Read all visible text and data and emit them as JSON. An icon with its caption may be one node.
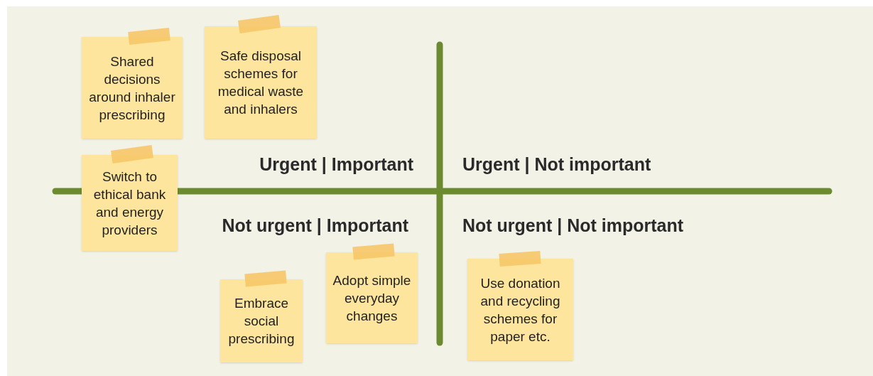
{
  "diagram": {
    "nodes": [
      {
        "text": [
          "Shared decisions around inhaler prescribing"
        ]
      },
      {
        "text": [
          "Safe disposal schemes for medical waste and inhalers"
        ]
      },
      {
        "text": [
          "Switch to ethical bank and energy providers"
        ]
      },
      {
        "text": [
          "Embrace social prescribing"
        ]
      },
      {
        "text": [
          "Adopt simple everyday changes"
        ]
      },
      {
        "text": [
          "Use donation and recycling schemes for paper etc."
        ]
      }
    ],
    "labels": [
      "Urgent | Important",
      "Urgent | Not important",
      "Not urgent | Important",
      "Not urgent | Not important"
    ]
  }
}
